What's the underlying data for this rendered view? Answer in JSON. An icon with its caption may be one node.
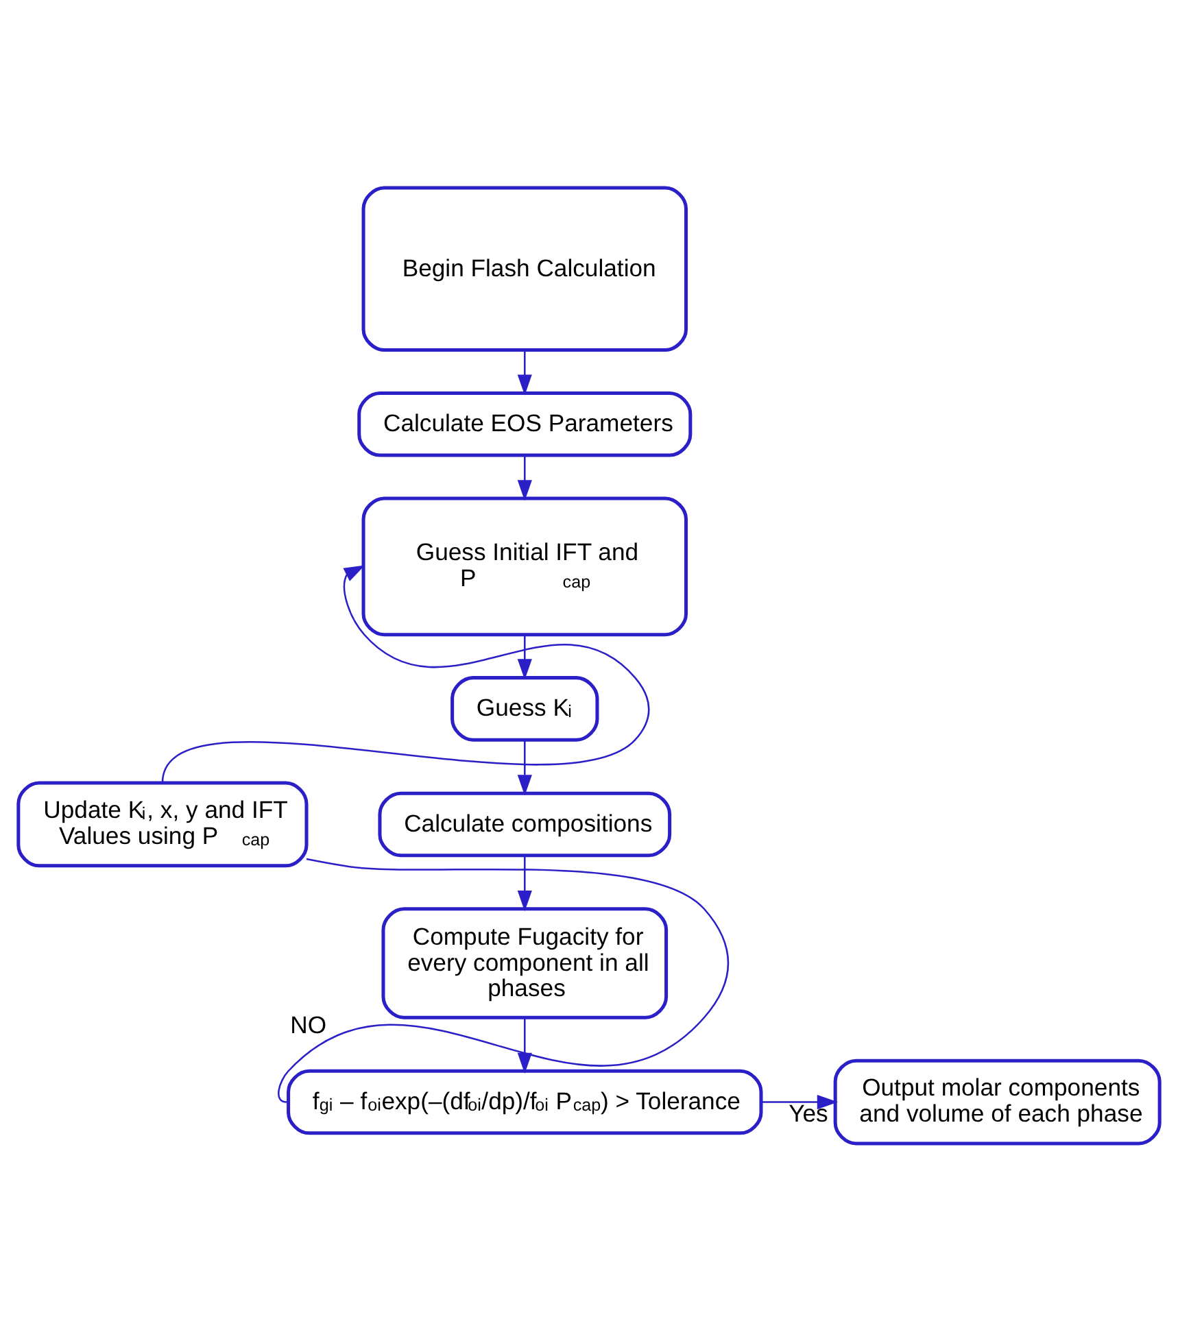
{
  "diagram": {
    "nodes": [
      {
        "text": [
          "Begin Flash Calculation"
        ]
      },
      {
        "text": [
          "Calculate EOS Parameters"
        ]
      },
      {
        "text": [
          "Guess Initial IFT and P$_{cap}$"
        ]
      },
      {
        "text": [
          "Guess K$_{i}$"
        ]
      },
      {
        "text": [
          "Calculate compositions"
        ]
      },
      {
        "text": [
          "Compute Fugacity for every component in all phases"
        ]
      },
      {
        "text": [
          "f$_{gi}$ – f$_{oi}$exp(–(df$_{oi}$/dp)/f$_{oi}$ P$_{cap}$) > Tolerance"
        ]
      },
      {
        "text": [
          "Output molar components and volume of each phase"
        ]
      },
      {
        "text": [
          "Update K$_{i}$, x, y and IFT Values using P$_{cap}$"
        ]
      }
    ],
    "edges": [
      {
        "from": 0,
        "to": 1,
        "arrow": "to"
      },
      {
        "from": 1,
        "to": 2,
        "arrow": "to"
      },
      {
        "from": 2,
        "to": 3,
        "arrow": "to"
      },
      {
        "from": 3,
        "to": 4,
        "arrow": "to"
      },
      {
        "from": 4,
        "to": 5,
        "arrow": "to"
      },
      {
        "from": 5,
        "to": 6,
        "arrow": "to"
      },
      {
        "from": 6,
        "to": 7,
        "arrow": "to",
        "label": "Yes"
      },
      {
        "from": 6,
        "to": 8,
        "arrow": "none",
        "label": "NO"
      },
      {
        "from": 8,
        "to": 2,
        "arrow": "to"
      }
    ]
  }
}
